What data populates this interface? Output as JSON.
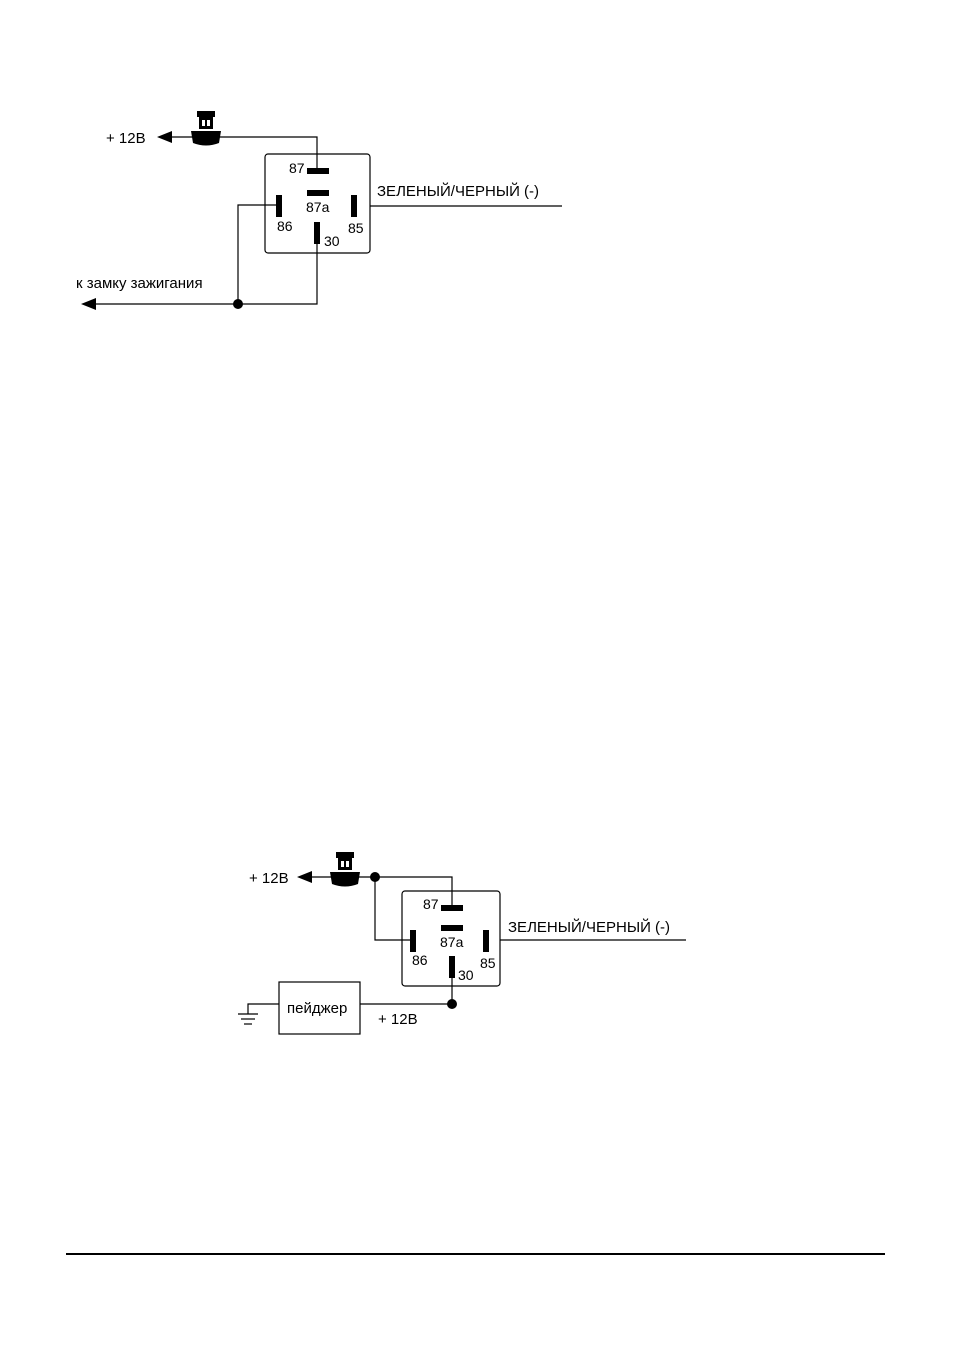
{
  "diagram1": {
    "plus12v_label": "+ 12В",
    "wire_label": "ЗЕЛЕНЫЙ/ЧЕРНЫЙ (-)",
    "ignition_label": "к замку зажигания",
    "pins": {
      "p87": "87",
      "p87a": "87a",
      "p86": "86",
      "p85": "85",
      "p30": "30"
    }
  },
  "diagram2": {
    "plus12v_label": "+ 12В",
    "wire_label": "ЗЕЛЕНЫЙ/ЧЕРНЫЙ (-)",
    "pager_label": "пейджер",
    "pager_out_label": "+ 12В",
    "pins": {
      "p87": "87",
      "p87a": "87a",
      "p86": "86",
      "p85": "85",
      "p30": "30"
    }
  }
}
